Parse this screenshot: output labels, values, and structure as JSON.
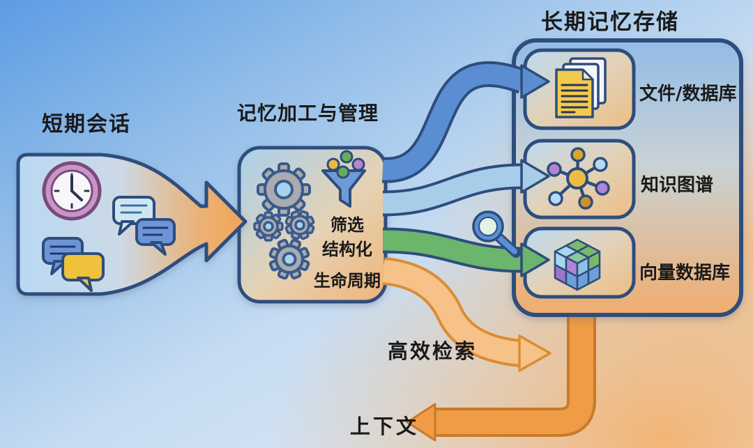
{
  "diagram": {
    "left": {
      "title": "短期会话"
    },
    "middle": {
      "title": "记忆加工与管理",
      "steps": [
        "筛选",
        "结构化",
        "生命周期"
      ]
    },
    "right": {
      "title": "长期记忆存储",
      "items": [
        {
          "label": "文件/数据库",
          "icon": "documents-icon"
        },
        {
          "label": "知识图谱",
          "icon": "knowledge-graph-icon"
        },
        {
          "label": "向量数据库",
          "icon": "vector-cube-icon"
        }
      ]
    },
    "flows": {
      "retrieval": "高效检索",
      "context": "上下文"
    },
    "icons": [
      "clock-icon",
      "chat-bubbles-icon",
      "gears-icon",
      "funnel-icon",
      "search-icon",
      "documents-icon",
      "knowledge-graph-icon",
      "vector-cube-icon"
    ],
    "colors": {
      "outline": "#2d4d7d",
      "arrow_blue": "#5b8dd2",
      "arrow_light_blue": "#a8cde8",
      "arrow_green": "#6cb56c",
      "arrow_orange": "#f09b45",
      "arrow_light_orange": "#f6c287",
      "doc_yellow": "#f2ca4e",
      "graph_gold": "#eebc44",
      "clock_ring": "#c795c9",
      "bg_blue": "#5d9ce4",
      "bg_peach": "#f3b26e"
    }
  }
}
